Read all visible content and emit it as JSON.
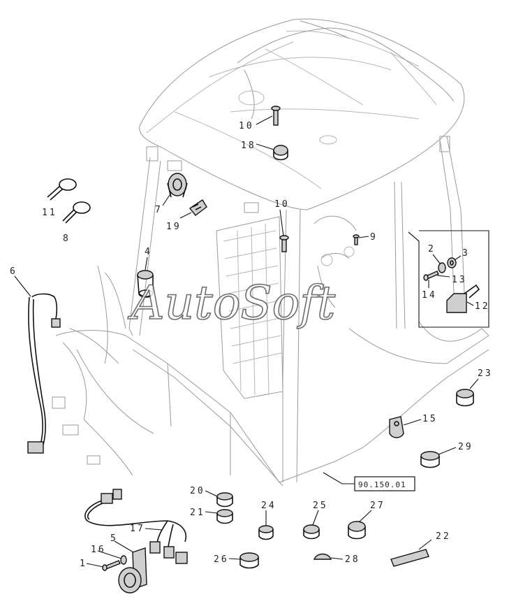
{
  "watermark": "AutoSoft",
  "reference_box": "90.150.01",
  "callouts": {
    "c1": "1",
    "c2": "2",
    "c3": "3",
    "c4": "4",
    "c5": "5",
    "c6": "6",
    "c7": "7",
    "c8": "8",
    "c9": "9",
    "c10a": "10",
    "c10b": "10",
    "c11": "11",
    "c12": "12",
    "c13": "13",
    "c14": "14",
    "c15": "15",
    "c16": "16",
    "c17": "17",
    "c18": "18",
    "c19": "19",
    "c20": "20",
    "c21": "21",
    "c22": "22",
    "c23": "23",
    "c24": "24",
    "c25": "25",
    "c26": "26",
    "c27": "27",
    "c28": "28",
    "c29": "29"
  }
}
